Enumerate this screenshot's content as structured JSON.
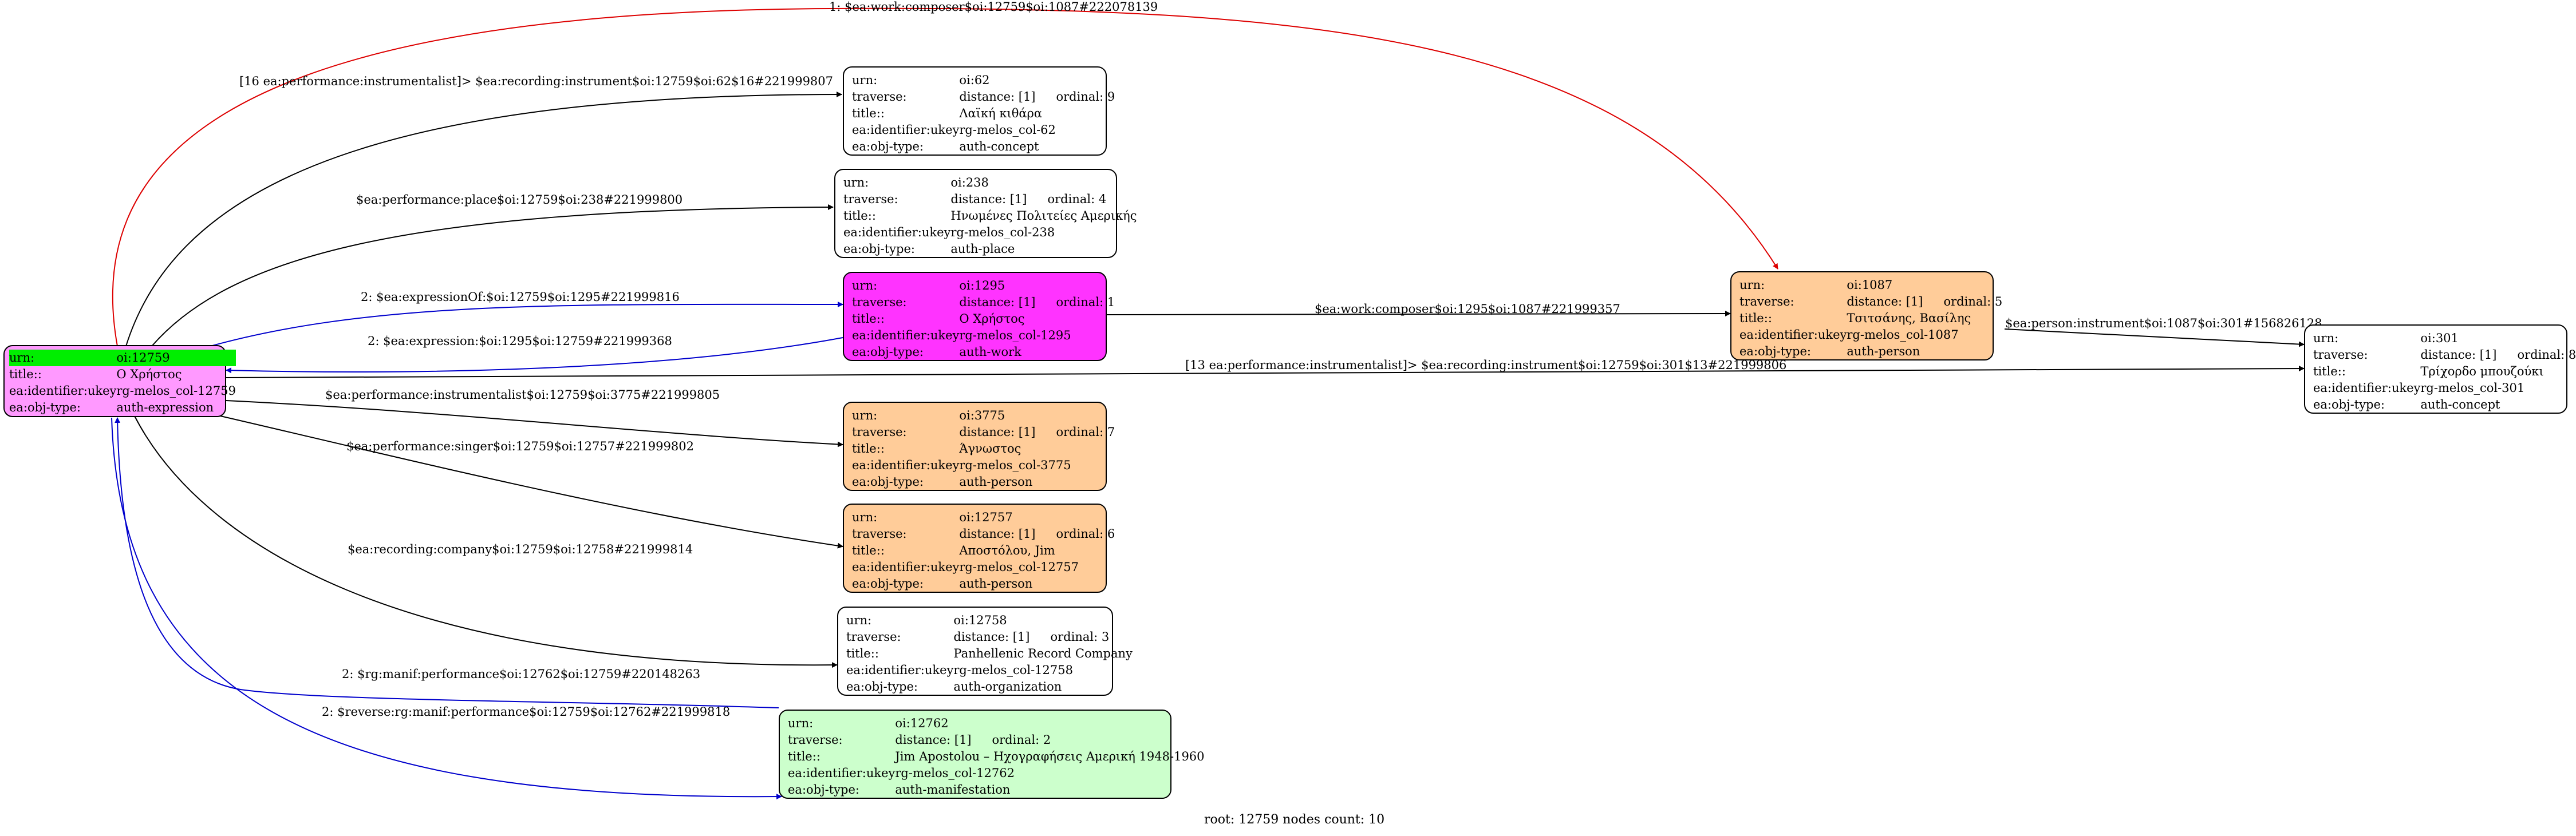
{
  "colors": {
    "root_fill": "#ff99ff",
    "root_highlight": "#00ee00",
    "work_fill": "#ff33ff",
    "person_fill": "#ffcc99",
    "manifestation_fill": "#ccffcc",
    "default_fill": "#ffffff",
    "edge_black": "#000000",
    "edge_blue": "#0000cc",
    "edge_red": "#dd0000"
  },
  "root": {
    "urn_key": "urn:",
    "urn": "oi:12759",
    "title_key": "title::",
    "title": "Ο Χρήστος",
    "ukey_key": "ea:identifier:ukey",
    "ukey": "rg-melos_col-12759",
    "type_key": "ea:obj-type:",
    "type": "auth-expression"
  },
  "nodes": [
    {
      "urn": "oi:62",
      "distance": "distance: [1]",
      "ordinal": "ordinal: 9",
      "title": "Λαϊκή κιθάρα",
      "ukey": "rg-melos_col-62",
      "type": "auth-concept"
    },
    {
      "urn": "oi:238",
      "distance": "distance: [1]",
      "ordinal": "ordinal: 4",
      "title": "Ηνωμένες Πολιτείες Αμερικής",
      "ukey": "rg-melos_col-238",
      "type": "auth-place"
    },
    {
      "urn": "oi:1295",
      "distance": "distance: [1]",
      "ordinal": "ordinal: 1",
      "title": "Ο Χρήστος",
      "ukey": "rg-melos_col-1295",
      "type": "auth-work"
    },
    {
      "urn": "oi:3775",
      "distance": "distance: [1]",
      "ordinal": "ordinal: 7",
      "title": "Άγνωστος",
      "ukey": "rg-melos_col-3775",
      "type": "auth-person"
    },
    {
      "urn": "oi:12757",
      "distance": "distance: [1]",
      "ordinal": "ordinal: 6",
      "title": "Αποστόλου, Jim",
      "ukey": "rg-melos_col-12757",
      "type": "auth-person"
    },
    {
      "urn": "oi:12758",
      "distance": "distance: [1]",
      "ordinal": "ordinal: 3",
      "title": "Panhellenic Record Company",
      "ukey": "rg-melos_col-12758",
      "type": "auth-organization"
    },
    {
      "urn": "oi:12762",
      "distance": "distance: [1]",
      "ordinal": "ordinal: 2",
      "title": "Jim Apostolou – Ηχογραφήσεις Αμερική 1948-1960",
      "ukey": "rg-melos_col-12762",
      "type": "auth-manifestation"
    },
    {
      "urn": "oi:1087",
      "distance": "distance: [1]",
      "ordinal": "ordinal: 5",
      "title": "Τσιτσάνης, Βασίλης",
      "ukey": "rg-melos_col-1087",
      "type": "auth-person"
    },
    {
      "urn": "oi:301",
      "distance": "distance: [1]",
      "ordinal": "ordinal: 8",
      "title": "Τρίχορδο μπουζούκι",
      "ukey": "rg-melos_col-301",
      "type": "auth-concept"
    }
  ],
  "field_keys": {
    "urn": "urn:",
    "traverse": "traverse:",
    "title": "title::",
    "ukey": "ea:identifier:ukey",
    "type": "ea:obj-type:"
  },
  "edges": [
    "1: $ea:work:composer$oi:12759$oi:1087#222078139",
    "[16 ea:performance:instrumentalist]> $ea:recording:instrument$oi:12759$oi:62$16#221999807",
    "$ea:performance:place$oi:12759$oi:238#221999800",
    "2: $ea:expressionOf:$oi:12759$oi:1295#221999816",
    "2: $ea:expression:$oi:1295$oi:12759#221999368",
    "$ea:work:composer$oi:1295$oi:1087#221999357",
    "$ea:person:instrument$oi:1087$oi:301#156826128",
    "[13 ea:performance:instrumentalist]> $ea:recording:instrument$oi:12759$oi:301$13#221999806",
    "$ea:performance:instrumentalist$oi:12759$oi:3775#221999805",
    "$ea:performance:singer$oi:12759$oi:12757#221999802",
    "$ea:recording:company$oi:12759$oi:12758#221999814",
    "2: $rg:manif:performance$oi:12762$oi:12759#220148263",
    "2: $reverse:rg:manif:performance$oi:12759$oi:12762#221999818"
  ],
  "footer": "root: 12759 nodes count: 10"
}
